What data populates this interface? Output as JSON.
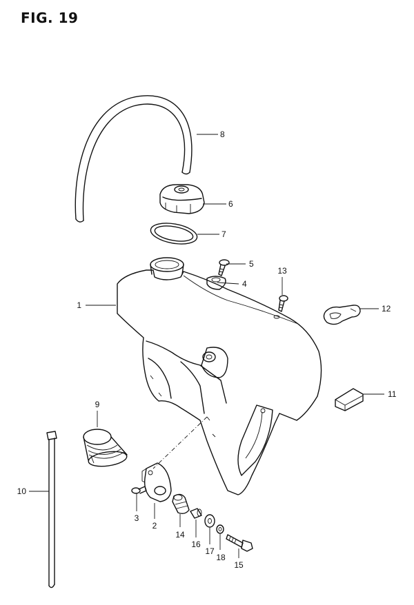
{
  "figure": {
    "title": "FIG. 19"
  },
  "callouts": {
    "c1": "1",
    "c2": "2",
    "c3": "3",
    "c4": "4",
    "c5": "5",
    "c6": "6",
    "c7": "7",
    "c8": "8",
    "c9": "9",
    "c10": "10",
    "c11": "11",
    "c12": "12",
    "c13": "13",
    "c14": "14",
    "c15": "15",
    "c16": "16",
    "c17": "17",
    "c18": "18"
  }
}
